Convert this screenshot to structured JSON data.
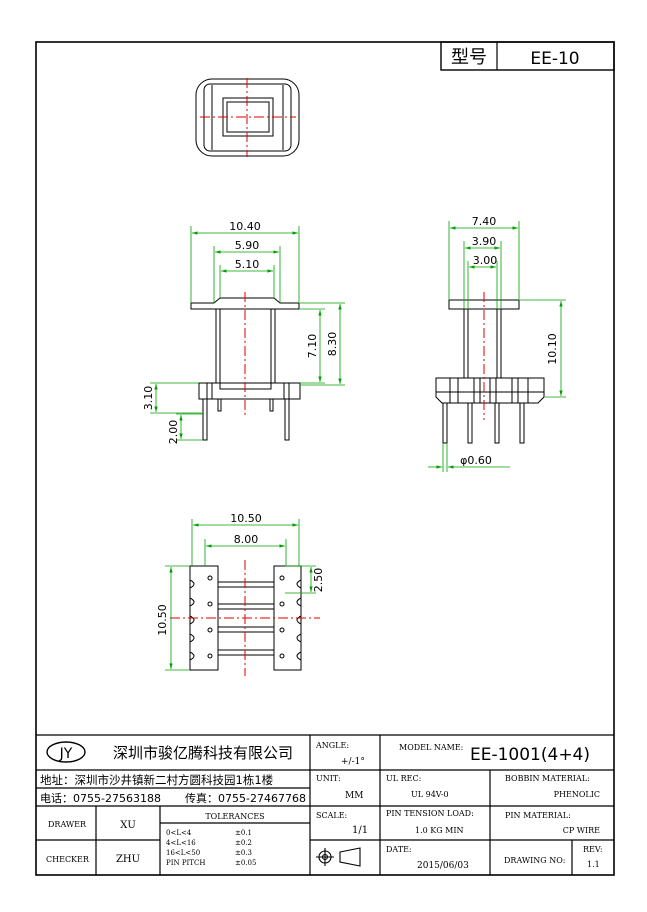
{
  "header": {
    "type_label": "型号",
    "model": "EE-10"
  },
  "dims": {
    "front_width_overall": "10.40",
    "front_width_inner": "5.90",
    "front_width_core": "5.10",
    "front_height_core": "7.10",
    "front_height_total": "8.30",
    "front_base_height": "3.10",
    "front_pin_length": "2.00",
    "side_width_overall": "7.40",
    "side_width_inner": "3.90",
    "side_width_core": "3.00",
    "side_height": "10.10",
    "side_pin_diameter": "φ0.60",
    "bottom_width_overall": "10.50",
    "bottom_width_inner": "8.00",
    "bottom_height": "10.50",
    "bottom_pitch": "2.50"
  },
  "title_block": {
    "logo": "JY",
    "company": "深圳市骏亿腾科技有限公司",
    "address": "地址：深圳市沙井镇新二村方圆科技园1栋1楼",
    "phone": "电话：0755-27563188",
    "fax": "传真：0755-27467768",
    "angle_label": "ANGLE:",
    "angle_value": "+/-1°",
    "model_name_label": "MODEL NAME:",
    "model_name_value": "EE-1001(4+4)",
    "unit_label": "UNIT:",
    "unit_value": "MM",
    "ul_rec_label": "UL REC:",
    "ul_rec_value": "UL 94V-0",
    "bobbin_material_label": "BOBBIN MATERIAL:",
    "bobbin_material_value": "PHENOLIC",
    "drawer_label": "DRAWER",
    "drawer_value": "XU",
    "tolerances_label": "TOLERANCES",
    "tolerances": [
      {
        "range": "0<L<4",
        "value": "±0.1"
      },
      {
        "range": "4<L<16",
        "value": "±0.2"
      },
      {
        "range": "16<L<50",
        "value": "±0.3"
      },
      {
        "range": "PIN PITCH",
        "value": "±0.05"
      }
    ],
    "scale_label": "SCALE:",
    "scale_value": "1/1",
    "pin_tension_label": "PIN TENSION LOAD:",
    "pin_tension_value": "1.0 KG MIN",
    "pin_material_label": "PIN MATERIAL:",
    "pin_material_value": "CP WIRE",
    "checker_label": "CHECKER",
    "checker_value": "ZHU",
    "date_label": "DATE:",
    "date_value": "2015/06/03",
    "drawing_no_label": "DRAWING NO:",
    "rev_label": "REV:",
    "rev_value": "1.1"
  },
  "colors": {
    "dimension": "#00a000",
    "centerline": "#e00000",
    "outline": "#000000"
  }
}
